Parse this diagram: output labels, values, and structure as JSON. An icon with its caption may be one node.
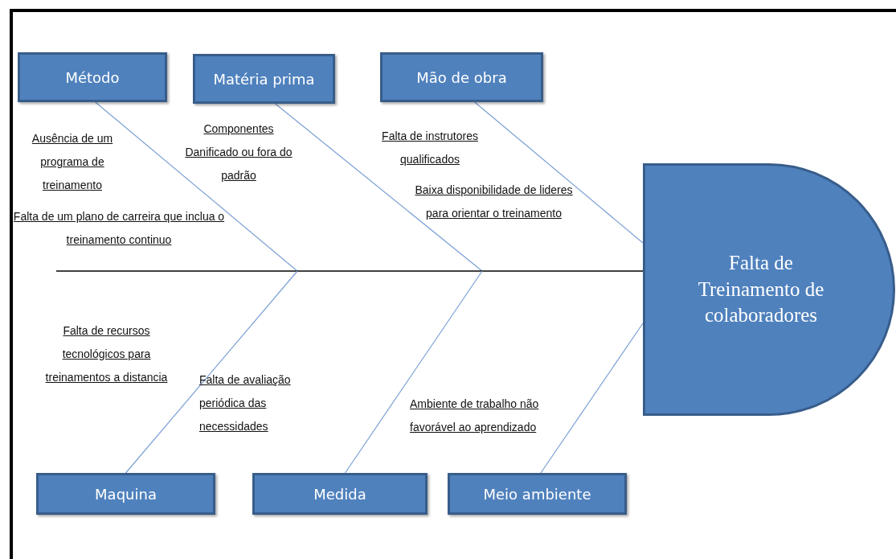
{
  "diagram": {
    "nodes": [
      {
        "text": [
          "Método"
        ]
      },
      {
        "text": [
          "Matéria prima"
        ]
      },
      {
        "text": [
          "Mão de obra"
        ]
      },
      {
        "text": [
          "Falta de Treinamento de colaboradores"
        ]
      },
      {
        "text": [
          "Maquina"
        ]
      },
      {
        "text": [
          "Medida"
        ]
      },
      {
        "text": [
          "Meio ambiente"
        ]
      }
    ],
    "edges": [
      {
        "from": 0,
        "to": null,
        "arrow": "none"
      },
      {
        "from": 1,
        "to": null,
        "arrow": "none"
      },
      {
        "from": 2,
        "to": 3,
        "arrow": "none"
      },
      {
        "from": null,
        "to": 3,
        "arrow": "none",
        "color": "#000000"
      },
      {
        "from": 4,
        "to": null,
        "arrow": "none"
      },
      {
        "from": 5,
        "to": null,
        "arrow": "none"
      },
      {
        "from": 6,
        "to": 3,
        "arrow": "none"
      }
    ],
    "labels": [
      "Componentes Danificado ou fora do padrão",
      "Falta de instrutores qualificados",
      "Ausência de um programa de treinamento",
      "Baixa disponibilidade de lideres para orientar o treinamento",
      "Falta de um plano de carreira que inclua o treinamento continuo",
      "Falta de recursos tecnológicos para treinamentos a distancia",
      "Falta de avaliação periódica das necessidades",
      "Ambiente de trabalho não favorável ao aprendizado"
    ]
  }
}
